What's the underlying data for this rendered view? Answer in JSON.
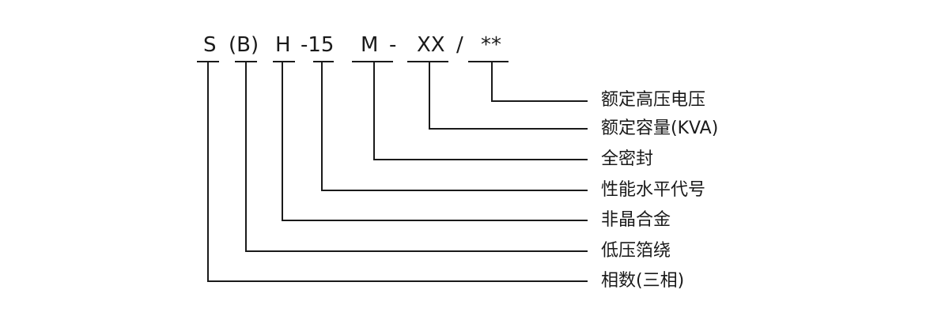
{
  "code_parts": [
    "S",
    "(B)",
    "H",
    "-15",
    "M",
    "-",
    "XX",
    "/",
    "**"
  ],
  "labels": [
    "额定高压电压",
    "额定容量(KVA)",
    "全密封",
    "性能水平代号",
    "非晶合金",
    "低压箔绕",
    "相数(三相)"
  ]
}
